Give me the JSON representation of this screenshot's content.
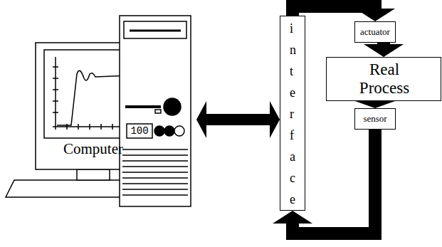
{
  "diagram": {
    "nodes": [
      {
        "text": [
          "Computer"
        ]
      },
      {
        "text": [
          "interface"
        ]
      },
      {
        "text": [
          "actuator"
        ]
      },
      {
        "text": [
          "Real Process"
        ]
      },
      {
        "text": [
          "sensor"
        ]
      }
    ],
    "edges": [
      {
        "from": 0,
        "to": 1,
        "arrow": "both"
      },
      {
        "from": 1,
        "to": 2,
        "arrow": "to"
      },
      {
        "from": 2,
        "to": 3,
        "arrow": "to"
      },
      {
        "from": 3,
        "to": 4,
        "arrow": "to"
      },
      {
        "from": 4,
        "to": 1,
        "arrow": "to"
      }
    ],
    "labels": [
      "100"
    ]
  }
}
